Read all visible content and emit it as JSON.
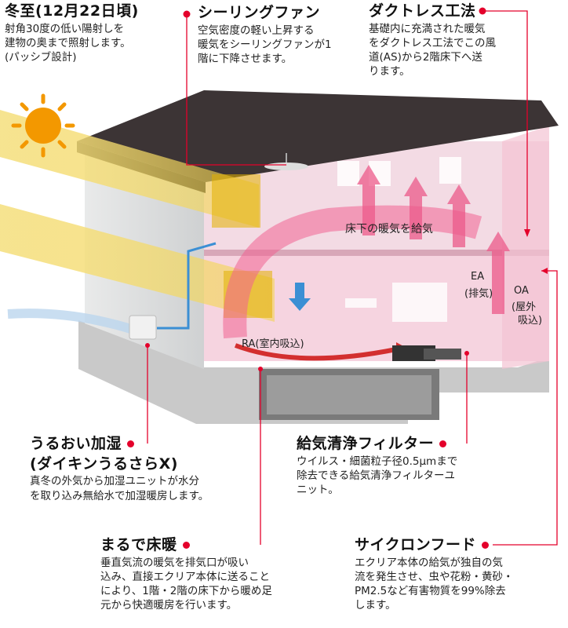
{
  "callouts": {
    "winter": {
      "title": "冬至(12月22日頃)",
      "lines": [
        "射角30度の低い陽射しを",
        "建物の奥まで照射します。",
        "(パッシブ設計)"
      ]
    },
    "fan": {
      "title": "シーリングファン",
      "lines": [
        "空気密度の軽い上昇する",
        "暖気をシーリングファンが1",
        "階に下降させます。"
      ]
    },
    "duct": {
      "title": "ダクトレス工法",
      "lines": [
        "基礎内に充満された暖気",
        "をダクトレス工法でこの風",
        "道(AS)から2階床下へ送",
        "ります。"
      ]
    },
    "humid": {
      "title": "うるおい加湿",
      "subtitle": "(ダイキンうるさらX)",
      "lines": [
        "真冬の外気から加湿ユニットが水分",
        "を取り込み無給水で加湿暖房します。"
      ]
    },
    "filter": {
      "title": "給気清浄フィルター",
      "lines": [
        "ウイルス・細菌粒子径0.5μmまで",
        "除去できる給気清浄フィルターユ",
        "ニット。"
      ]
    },
    "floor": {
      "title": "まるで床暖",
      "lines": [
        "垂直気流の暖気を排気口が吸い",
        "込み、直接エクリア本体に送ること",
        "により、1階・2階の床下から暖め足",
        "元から快適暖房を行います。"
      ]
    },
    "cyclone": {
      "title": "サイクロンフード",
      "lines": [
        "エクリア本体の給気が独自の気",
        "流を発生させ、虫や花粉・黄砂・",
        "PM2.5など有害物質を99%除去",
        "します。"
      ]
    }
  },
  "labels": {
    "supply": "床下の暖気を給気",
    "ra": "RA(室内吸込)",
    "ea1": "EA",
    "ea2": "(排気)",
    "oa1": "OA",
    "oa2": "(屋外",
    "oa3": "吸込)"
  },
  "colors": {
    "accent": "#e4002b",
    "sun": "#f39800",
    "roof": "#3c3435",
    "warm": "#f06292",
    "beam": "#f3d34a"
  }
}
